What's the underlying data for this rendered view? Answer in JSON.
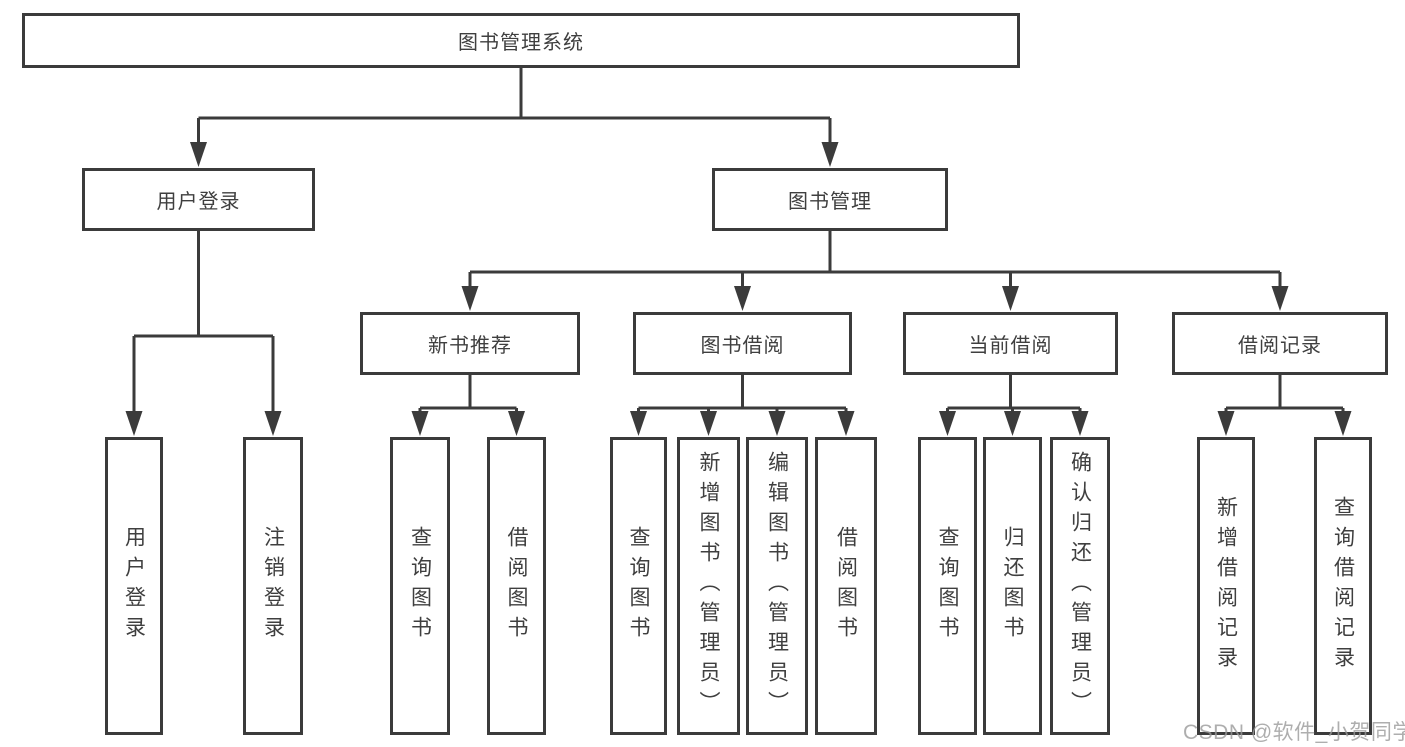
{
  "diagram": {
    "type": "hierarchy-tree",
    "title": "图书管理系统",
    "nodes": {
      "root": {
        "label": "图书管理系统"
      },
      "user_login": {
        "label": "用户登录"
      },
      "book_mgmt": {
        "label": "图书管理"
      },
      "new_book_rec": {
        "label": "新书推荐"
      },
      "book_borrow": {
        "label": "图书借阅"
      },
      "current_borrow": {
        "label": "当前借阅"
      },
      "borrow_record": {
        "label": "借阅记录"
      },
      "login": {
        "label": "用户登录"
      },
      "logout": {
        "label": "注销登录"
      },
      "rec_query": {
        "label": "查询图书"
      },
      "rec_borrow": {
        "label": "借阅图书"
      },
      "bb_query": {
        "label": "查询图书"
      },
      "bb_add": {
        "label": "新增图书（管理员）"
      },
      "bb_edit": {
        "label": "编辑图书（管理员）"
      },
      "bb_borrow": {
        "label": "借阅图书"
      },
      "cb_query": {
        "label": "查询图书"
      },
      "cb_return": {
        "label": "归还图书"
      },
      "cb_confirm": {
        "label": "确认归还（管理员）"
      },
      "br_add": {
        "label": "新增借阅记录"
      },
      "br_query": {
        "label": "查询借阅记录"
      }
    },
    "hierarchy": {
      "图书管理系统": {
        "用户登录": [
          "用户登录",
          "注销登录"
        ],
        "图书管理": {
          "新书推荐": [
            "查询图书",
            "借阅图书"
          ],
          "图书借阅": [
            "查询图书",
            "新增图书（管理员）",
            "编辑图书（管理员）",
            "借阅图书"
          ],
          "当前借阅": [
            "查询图书",
            "归还图书",
            "确认归还（管理员）"
          ],
          "借阅记录": [
            "新增借阅记录",
            "查询借阅记录"
          ]
        }
      }
    },
    "colors": {
      "line": "#3b3b3b",
      "text": "#3f3f3f",
      "box_bg": "#ffffff",
      "watermark": "#9b9b9b"
    },
    "watermark": "CSDN @软件_小贺同学"
  }
}
